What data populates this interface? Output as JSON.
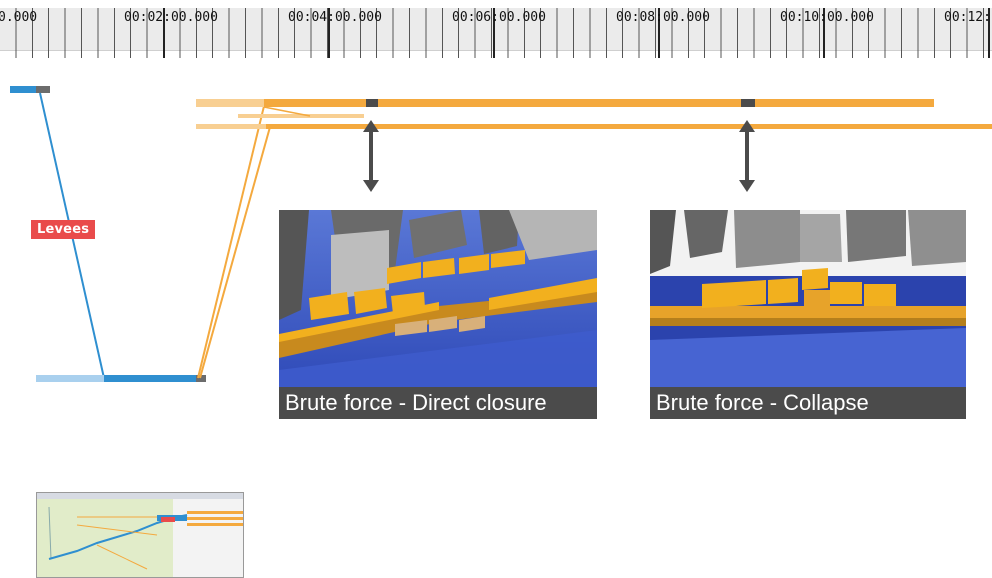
{
  "timeline": {
    "tick_labels": [
      "0.000",
      "00:02:00.000",
      "00:04:00.000",
      "00:06:00.000",
      "00:08:00.000",
      "00:10:00.000",
      "00:12:"
    ]
  },
  "callout": {
    "label": "Levees"
  },
  "previews": [
    {
      "caption": "Brute force - Direct closure"
    },
    {
      "caption": "Brute force - Collapse"
    }
  ],
  "colors": {
    "blue_track": "#2f8fd0",
    "light_blue": "#a9d0ee",
    "orange_track": "#f4a93e",
    "light_orange": "#f8cf92",
    "marker": "#4b4b4b",
    "callout": "#e94b4b",
    "water": "#3f5ec9",
    "wall": "#e7a32a",
    "block": "#f2b01e",
    "building": "#8d8d8d"
  },
  "icons": {
    "arrow_left": "double-headed-arrow",
    "arrow_right": "double-headed-arrow"
  }
}
